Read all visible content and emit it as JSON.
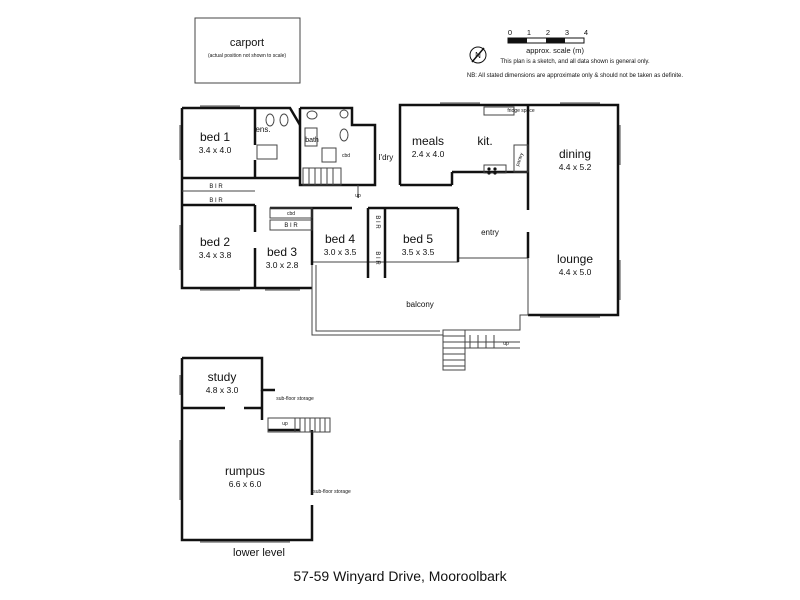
{
  "carport": {
    "name": "carport",
    "note": "(actual position not shown to scale)"
  },
  "scale": {
    "ticks": [
      "0",
      "1",
      "2",
      "3",
      "4"
    ],
    "label": "approx. scale (m)",
    "note1": "This plan is a sketch, and all data shown is general only.",
    "note2": "NB: All stated dimensions are approximate only & should not be taken as definite."
  },
  "north": "N",
  "rooms": [
    {
      "id": "bed1",
      "name": "bed 1",
      "dims": "3.4 x 4.0"
    },
    {
      "id": "bed2",
      "name": "bed 2",
      "dims": "3.4 x 3.8"
    },
    {
      "id": "bed3",
      "name": "bed 3",
      "dims": "3.0 x 2.8"
    },
    {
      "id": "bed4",
      "name": "bed 4",
      "dims": "3.0 x 3.5"
    },
    {
      "id": "bed5",
      "name": "bed 5",
      "dims": "3.5 x 3.5"
    },
    {
      "id": "meals",
      "name": "meals",
      "dims": "2.4 x 4.0"
    },
    {
      "id": "dining",
      "name": "dining",
      "dims": "4.4 x 5.2"
    },
    {
      "id": "lounge",
      "name": "lounge",
      "dims": "4.4 x 5.0"
    },
    {
      "id": "study",
      "name": "study",
      "dims": "4.8 x 3.0"
    },
    {
      "id": "rumpus",
      "name": "rumpus",
      "dims": "6.6 x 6.0"
    }
  ],
  "labels": {
    "kit": "kit.",
    "ens": "ens.",
    "bath": "bath",
    "ldry": "l'dry",
    "entry": "entry",
    "balcony": "balcony",
    "bir": "B I R",
    "bir_v": "B I R",
    "cbd": "cbd",
    "fridge": "fridge space",
    "pantry": "pantry",
    "up": "up",
    "subfloor": "sub-floor storage",
    "lower_level": "lower level"
  },
  "address": "57-59 Winyard Drive, Mooroolbark"
}
